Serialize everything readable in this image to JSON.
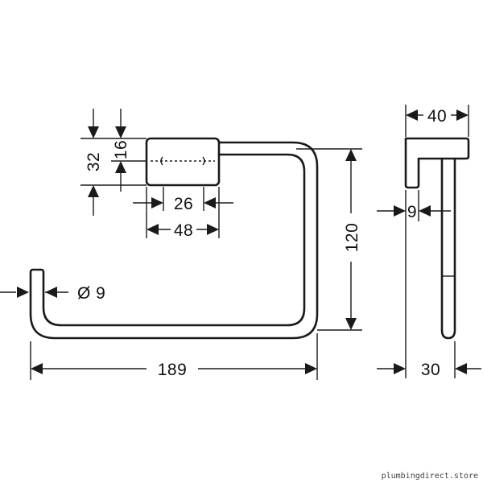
{
  "drawing": {
    "dimensions": {
      "top_offset": "16",
      "mount_height": "32",
      "inner_width": "26",
      "mount_width": "48",
      "height": "120",
      "diameter": "Ø 9",
      "overall_width": "189",
      "side_depth": "40",
      "wall_gap": "9",
      "side_thickness": "30"
    },
    "watermark": "plumbingdirect.store"
  }
}
